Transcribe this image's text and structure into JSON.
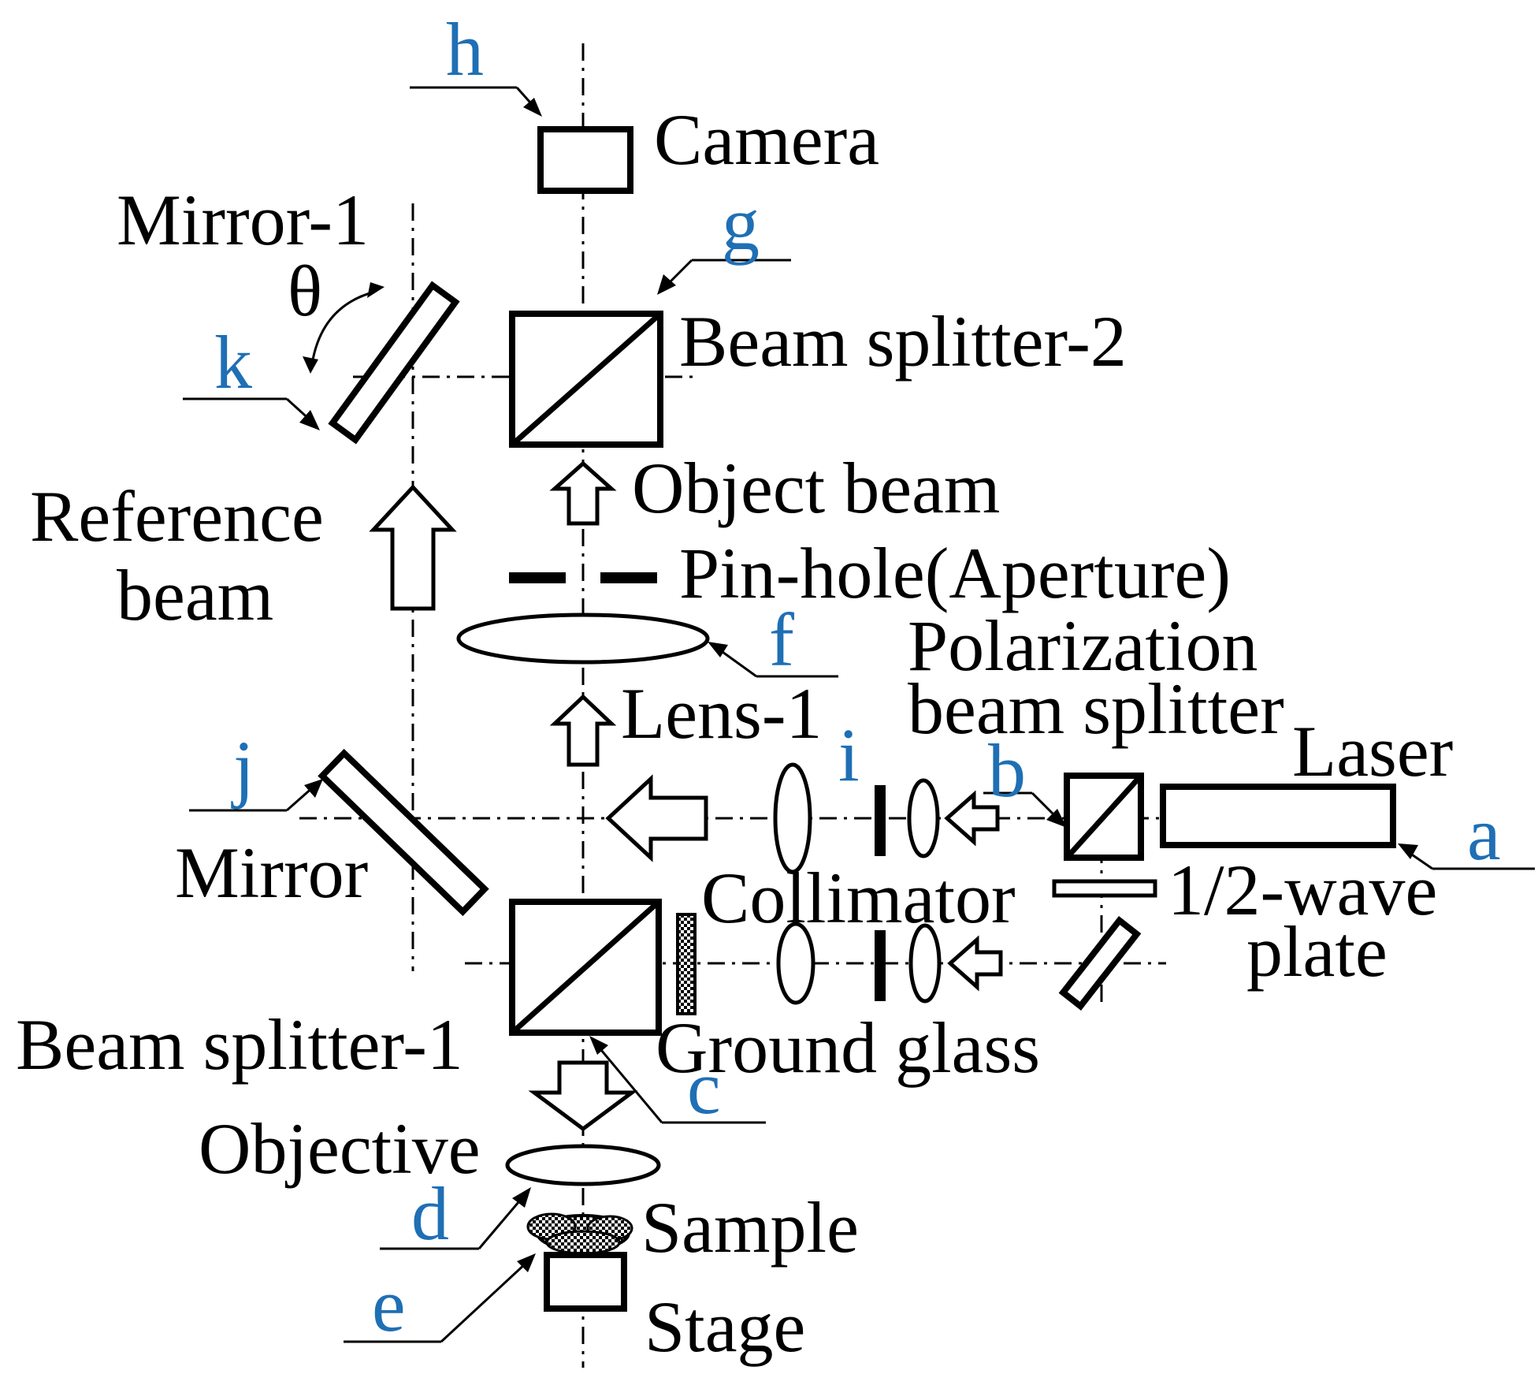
{
  "labels": {
    "camera": "Camera",
    "mirror1": "Mirror-1",
    "theta": "θ",
    "beam_splitter_2": "Beam splitter-2",
    "object_beam": "Object beam",
    "reference_beam_line1": "Reference",
    "reference_beam_line2": "beam",
    "pin_hole": "Pin-hole(Aperture)",
    "polarization_line1": "Polarization",
    "polarization_line2": "beam splitter",
    "lens1": "Lens-1",
    "laser": "Laser",
    "mirror": "Mirror",
    "collimator": "Collimator",
    "half_wave_line1": "1/2-wave",
    "half_wave_line2": "plate",
    "beam_splitter_1": "Beam splitter-1",
    "ground_glass": "Ground glass",
    "objective": "Objective",
    "sample": "Sample",
    "stage": "Stage"
  },
  "letters": {
    "a": "a",
    "b": "b",
    "c": "c",
    "d": "d",
    "e": "e",
    "f": "f",
    "g": "g",
    "h": "h",
    "i": "i",
    "j": "j",
    "k": "k"
  },
  "colors": {
    "object_beam": "#ff0000",
    "reference_beam": "#1aa64a",
    "letters": "#1f6fb5",
    "lines": "#000000"
  }
}
